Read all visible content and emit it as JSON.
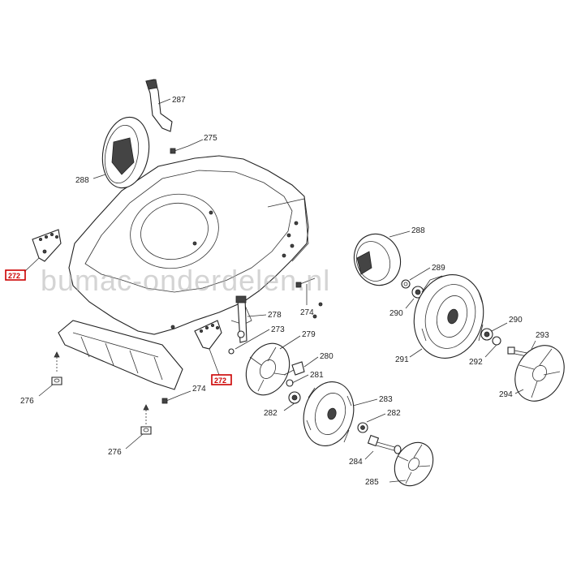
{
  "watermark": "bumac-onderdelen.nl",
  "colors": {
    "highlight": "#cc0000",
    "line": "#222222",
    "watermark": "#b0b0b0"
  },
  "labels": {
    "p287": "287",
    "p275": "275",
    "p288a": "288",
    "p272a": "272",
    "p288b": "288",
    "p289": "289",
    "p274a": "274",
    "p290a": "290",
    "p278": "278",
    "p273": "273",
    "p279": "279",
    "p290b": "290",
    "p293": "293",
    "p292": "292",
    "p291": "291",
    "p280": "280",
    "p281": "281",
    "p272b": "272",
    "p274b": "274",
    "p276a": "276",
    "p294": "294",
    "p283": "283",
    "p282a": "282",
    "p282b": "282",
    "p284": "284",
    "p276b": "276",
    "p285": "285"
  }
}
